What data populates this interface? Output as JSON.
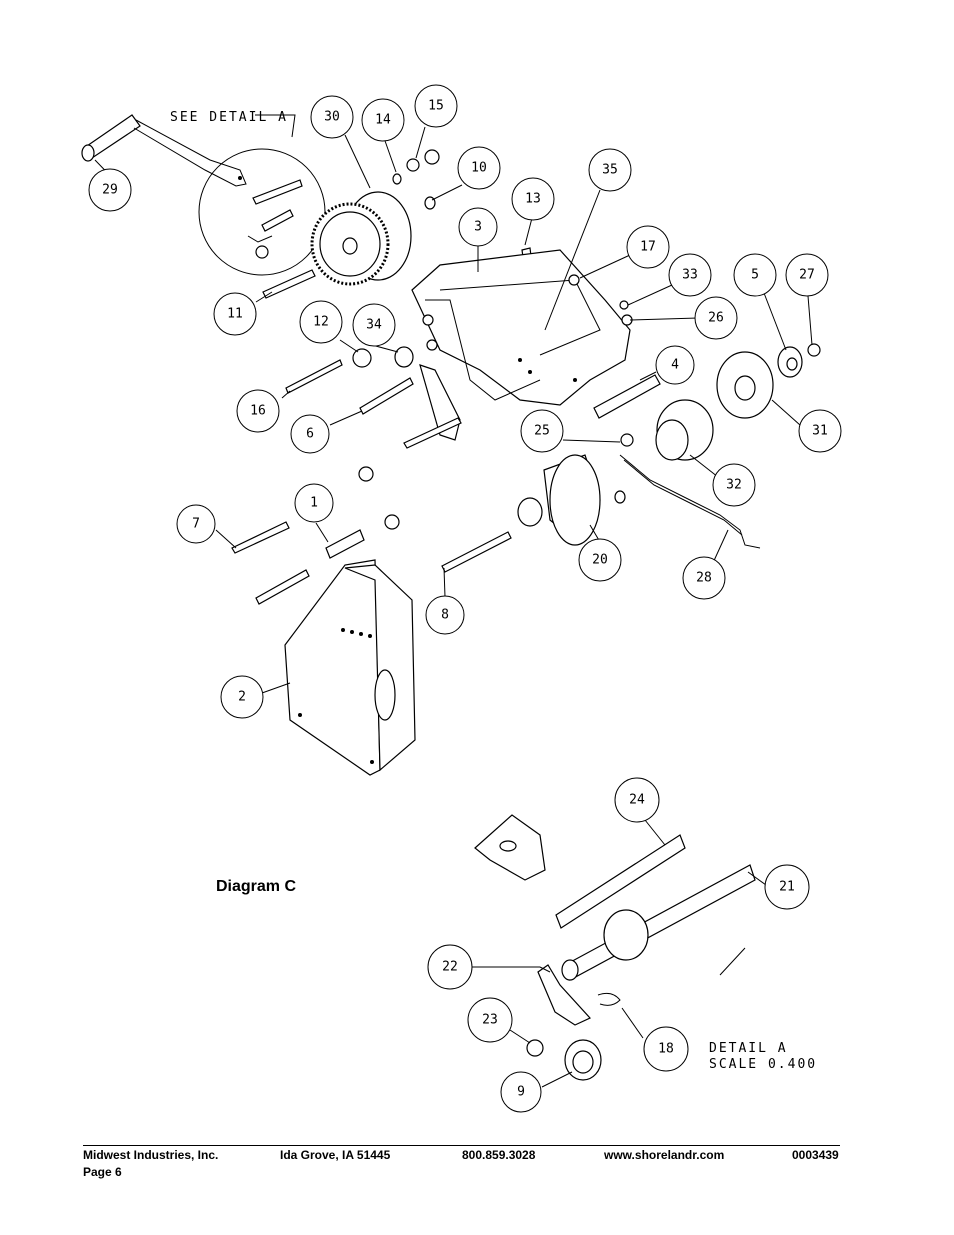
{
  "diagram": {
    "title": "Diagram C",
    "see_detail_note": "SEE DETAIL  A",
    "detail_note_line1": "DETAIL  A",
    "detail_note_line2": "SCALE  0.400",
    "callouts": [
      "29",
      "30",
      "14",
      "15",
      "10",
      "13",
      "35",
      "3",
      "17",
      "33",
      "5",
      "27",
      "26",
      "11",
      "12",
      "34",
      "16",
      "6",
      "4",
      "31",
      "25",
      "32",
      "7",
      "1",
      "20",
      "28",
      "8",
      "2",
      "24",
      "21",
      "22",
      "23",
      "18",
      "9"
    ]
  },
  "footer": {
    "company": "Midwest Industries, Inc.",
    "location": "Ida Grove, IA  51445",
    "phone": "800.859.3028",
    "website": "www.shorelandr.com",
    "doc_number": "0003439",
    "page": "Page 6"
  }
}
